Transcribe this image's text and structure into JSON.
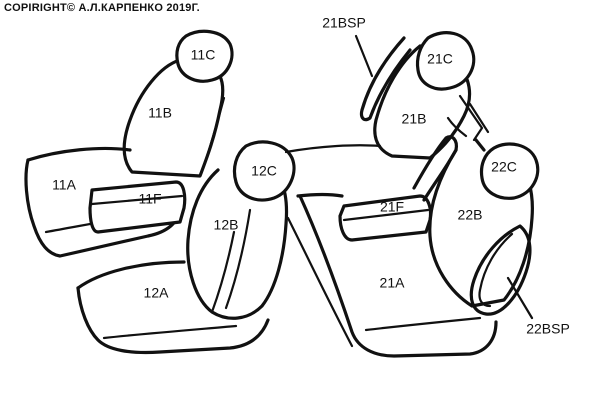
{
  "copyright": "COPIRIGHT© А.Л.КАРПЕНКО 2019Г.",
  "labels": {
    "11C": "11C",
    "11B": "11B",
    "11A": "11A",
    "11F": "11F",
    "12C": "12C",
    "12B": "12B",
    "12A": "12A",
    "21BSP": "21BSP",
    "21C": "21C",
    "21B": "21B",
    "21F": "21F",
    "21A": "21A",
    "22C": "22C",
    "22B": "22B",
    "22BSP": "22BSP"
  }
}
